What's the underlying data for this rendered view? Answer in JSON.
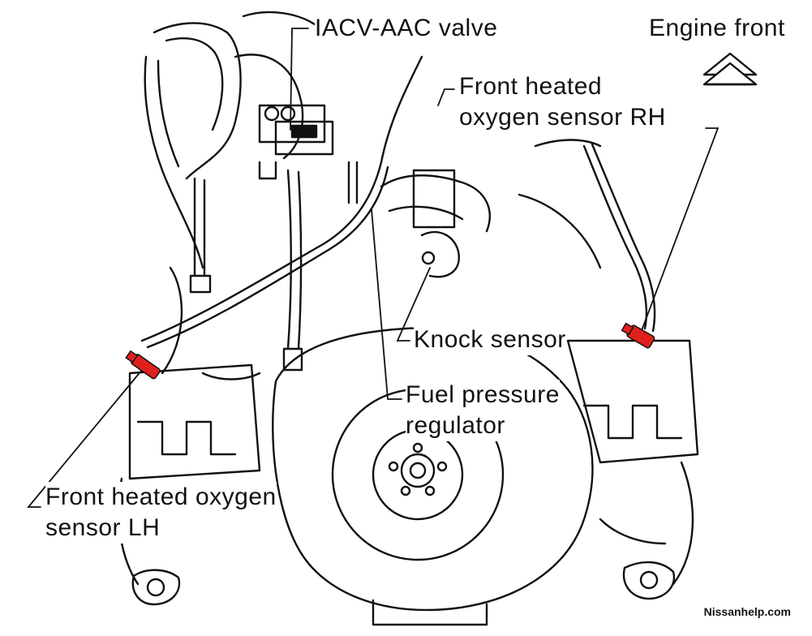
{
  "labels": {
    "iacv": "IACV-AAC valve",
    "engine_front": "Engine front",
    "o2_rh_line1": "Front heated",
    "o2_rh_line2": "oxygen sensor RH",
    "knock": "Knock sensor",
    "fpr_line1": "Fuel pressure",
    "fpr_line2": "regulator",
    "o2_lh_line1": "Front heated oxygen",
    "o2_lh_line2": "sensor LH"
  },
  "watermark": "Nissanhelp.com",
  "colors": {
    "sensor_highlight": "#e0201c",
    "line_art": "#111111",
    "background": "#ffffff"
  },
  "icons": {
    "engine_front_arrow": "double-up-arrow-icon"
  }
}
